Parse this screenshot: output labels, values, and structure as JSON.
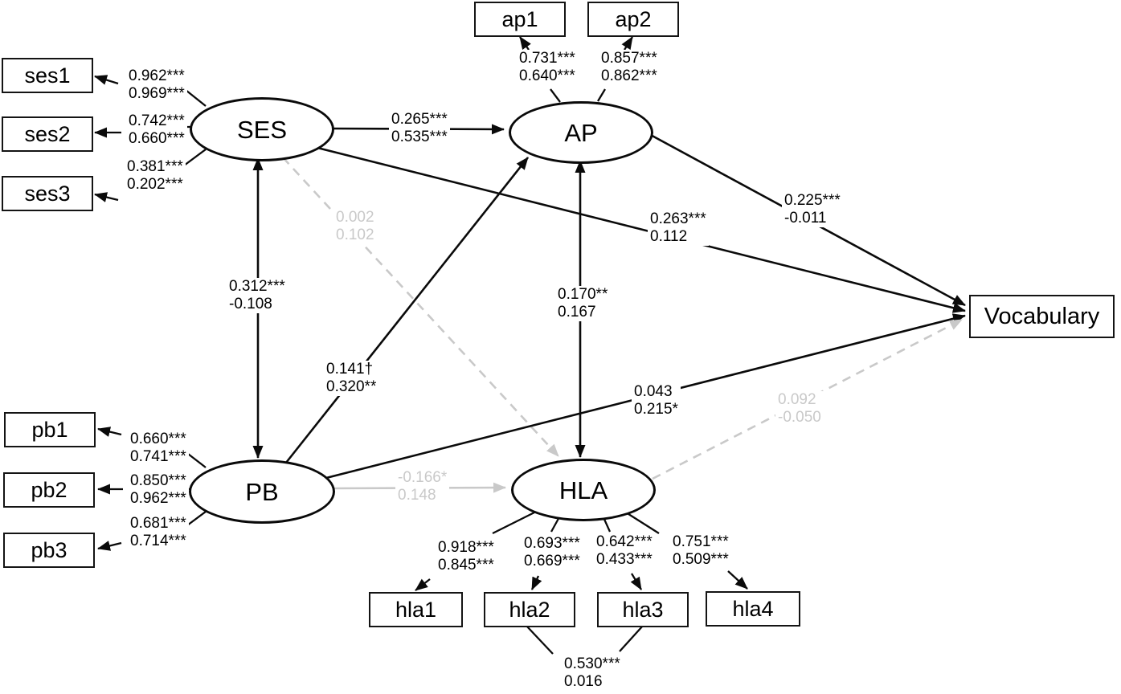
{
  "diagram": {
    "type": "structural-equation-model",
    "colors": {
      "black": "#0a0a0a",
      "gray": "#c9c9c9"
    },
    "latent": [
      {
        "label": "SES"
      },
      {
        "label": "AP"
      },
      {
        "label": "PB"
      },
      {
        "label": "HLA"
      }
    ],
    "observed": [
      {
        "label": "ses1"
      },
      {
        "label": "ses2"
      },
      {
        "label": "ses3"
      },
      {
        "label": "ap1"
      },
      {
        "label": "ap2"
      },
      {
        "label": "pb1"
      },
      {
        "label": "pb2"
      },
      {
        "label": "pb3"
      },
      {
        "label": "hla1"
      },
      {
        "label": "hla2"
      },
      {
        "label": "hla3"
      },
      {
        "label": "hla4"
      },
      {
        "label": "Vocabulary"
      }
    ],
    "loadings": [
      {
        "from": "SES",
        "to": "ses1",
        "line1": "0.962***",
        "line2": "0.969***"
      },
      {
        "from": "SES",
        "to": "ses2",
        "line1": "0.742***",
        "line2": "0.660***"
      },
      {
        "from": "SES",
        "to": "ses3",
        "line1": "0.381***",
        "line2": "0.202***"
      },
      {
        "from": "AP",
        "to": "ap1",
        "line1": "0.731***",
        "line2": "0.640***"
      },
      {
        "from": "AP",
        "to": "ap2",
        "line1": "0.857***",
        "line2": "0.862***"
      },
      {
        "from": "PB",
        "to": "pb1",
        "line1": "0.660***",
        "line2": "0.741***"
      },
      {
        "from": "PB",
        "to": "pb2",
        "line1": "0.850***",
        "line2": "0.962***"
      },
      {
        "from": "PB",
        "to": "pb3",
        "line1": "0.681***",
        "line2": "0.714***"
      },
      {
        "from": "HLA",
        "to": "hla1",
        "line1": "0.918***",
        "line2": "0.845***"
      },
      {
        "from": "HLA",
        "to": "hla2",
        "line1": "0.693***",
        "line2": "0.669***"
      },
      {
        "from": "HLA",
        "to": "hla3",
        "line1": "0.642***",
        "line2": "0.433***"
      },
      {
        "from": "HLA",
        "to": "hla4",
        "line1": "0.751***",
        "line2": "0.509***"
      }
    ],
    "paths": [
      {
        "from": "SES",
        "to": "AP",
        "line1": "0.265***",
        "line2": "0.535***",
        "style": "solid",
        "color": "black",
        "arrows": "single"
      },
      {
        "from": "SES",
        "to": "PB",
        "line1": "0.312***",
        "line2": "-0.108",
        "style": "solid",
        "color": "black",
        "arrows": "double"
      },
      {
        "from": "SES",
        "to": "HLA",
        "line1": "0.002",
        "line2": "0.102",
        "style": "dashed",
        "color": "gray",
        "arrows": "single"
      },
      {
        "from": "SES",
        "to": "Vocabulary",
        "line1": "0.263***",
        "line2": "0.112",
        "style": "solid",
        "color": "black",
        "arrows": "single"
      },
      {
        "from": "AP",
        "to": "Vocabulary",
        "line1": "0.225***",
        "line2": "-0.011",
        "style": "solid",
        "color": "black",
        "arrows": "single"
      },
      {
        "from": "AP",
        "to": "HLA",
        "line1": "0.170**",
        "line2": "0.167",
        "style": "solid",
        "color": "black",
        "arrows": "double"
      },
      {
        "from": "PB",
        "to": "AP",
        "line1": "0.141†",
        "line2": "0.320**",
        "style": "solid",
        "color": "black",
        "arrows": "single"
      },
      {
        "from": "PB",
        "to": "Vocabulary",
        "line1": "0.043",
        "line2": "0.215*",
        "style": "solid",
        "color": "black",
        "arrows": "single"
      },
      {
        "from": "PB",
        "to": "HLA",
        "line1": "-0.166*",
        "line2": "0.148",
        "style": "solid",
        "color": "gray",
        "arrows": "single"
      },
      {
        "from": "HLA",
        "to": "Vocabulary",
        "line1": "0.092",
        "line2": "-0.050",
        "style": "dashed",
        "color": "gray",
        "arrows": "single"
      },
      {
        "from": "hla2",
        "to": "hla3",
        "line1": "0.530***",
        "line2": "0.016",
        "style": "solid",
        "color": "black",
        "arrows": "none"
      }
    ]
  }
}
